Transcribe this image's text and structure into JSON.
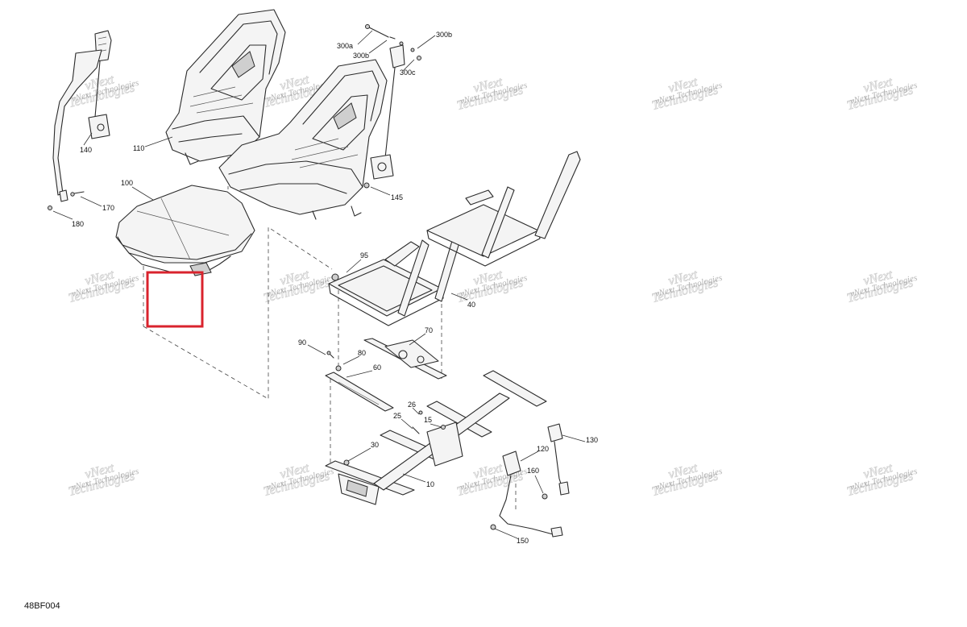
{
  "diagram": {
    "code": "48BF004",
    "highlight_color": "#d9232d",
    "callouts": [
      "300a",
      "300b",
      "300b",
      "300c",
      "140",
      "110",
      "100",
      "170",
      "180",
      "145",
      "95",
      "40",
      "90",
      "80",
      "70",
      "60",
      "26",
      "25",
      "15",
      "30",
      "120",
      "130",
      "160",
      "10",
      "150"
    ],
    "watermark": {
      "line1": "vNext Technologies",
      "line2": "vNext",
      "line3": "Technologies"
    }
  }
}
